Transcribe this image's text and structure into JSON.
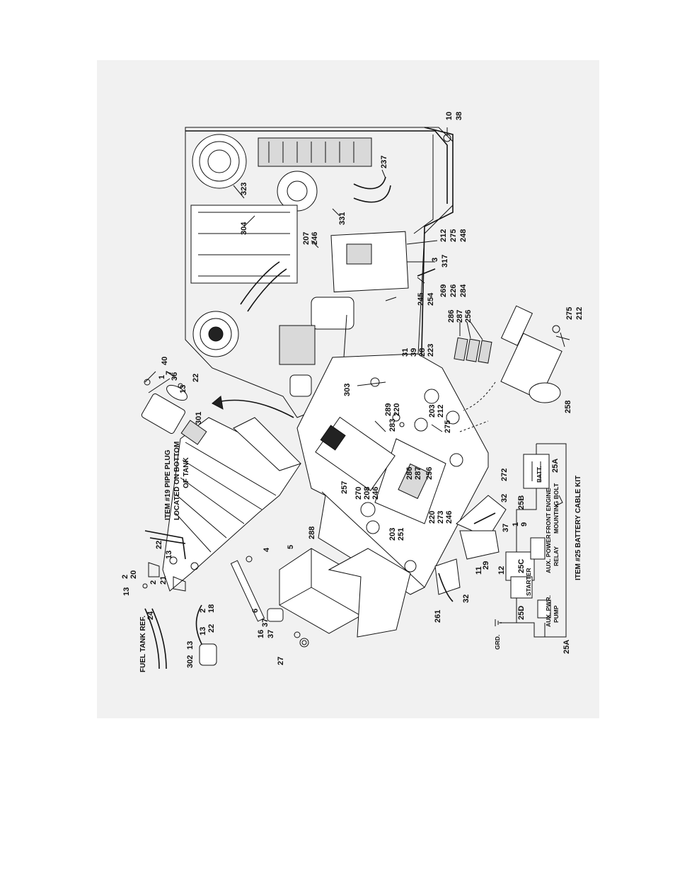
{
  "figure": {
    "callouts_engine": [
      "10",
      "38",
      "237",
      "323",
      "304",
      "331",
      "207",
      "246",
      "212",
      "275",
      "248",
      "3",
      "317",
      "269",
      "226",
      "284",
      "245",
      "254",
      "303"
    ],
    "callouts_plate": [
      "31",
      "39",
      "28",
      "223",
      "286",
      "287",
      "256",
      "283",
      "289",
      "220",
      "203",
      "212",
      "275",
      "257",
      "270",
      "208",
      "246",
      "288",
      "286",
      "287",
      "256",
      "220",
      "273",
      "246",
      "203",
      "251",
      "272",
      "32",
      "29",
      "11",
      "12",
      "261",
      "32",
      "37",
      "1",
      "9",
      "258",
      "275",
      "212"
    ],
    "callouts_fuel": [
      "40",
      "1",
      "7",
      "36",
      "22",
      "13",
      "301",
      "22",
      "13",
      "2",
      "20",
      "13",
      "2",
      "21",
      "13",
      "2",
      "18",
      "24",
      "22",
      "302",
      "13",
      "4",
      "5",
      "6",
      "37",
      "16",
      "37",
      "27"
    ],
    "notes": {
      "pipe_plug": [
        "ITEM #19 PIPE PLUG",
        "LOCATED ON BOTTOM",
        "OF TANK"
      ],
      "fuel_tank_ref": "FUEL TANK REF."
    },
    "schematic": {
      "batt": "BATT.",
      "label_25A_top": "25A",
      "label_25B": "25B",
      "label_25C": "25C",
      "label_25D": "25D",
      "label_25A_bottom": "25A",
      "starter": "STARTER",
      "aux_power_relay": [
        "AUX. POWER",
        "RELAY"
      ],
      "aux_pwr_pump": [
        "AUX. PWR.",
        "PUMP"
      ],
      "front_engine_bolt": [
        "FRONT ENGINE",
        "MOUNTING BOLT"
      ],
      "grd": "GRD.",
      "kit_caption": "ITEM #25 BATTERY CABLE KIT"
    }
  }
}
